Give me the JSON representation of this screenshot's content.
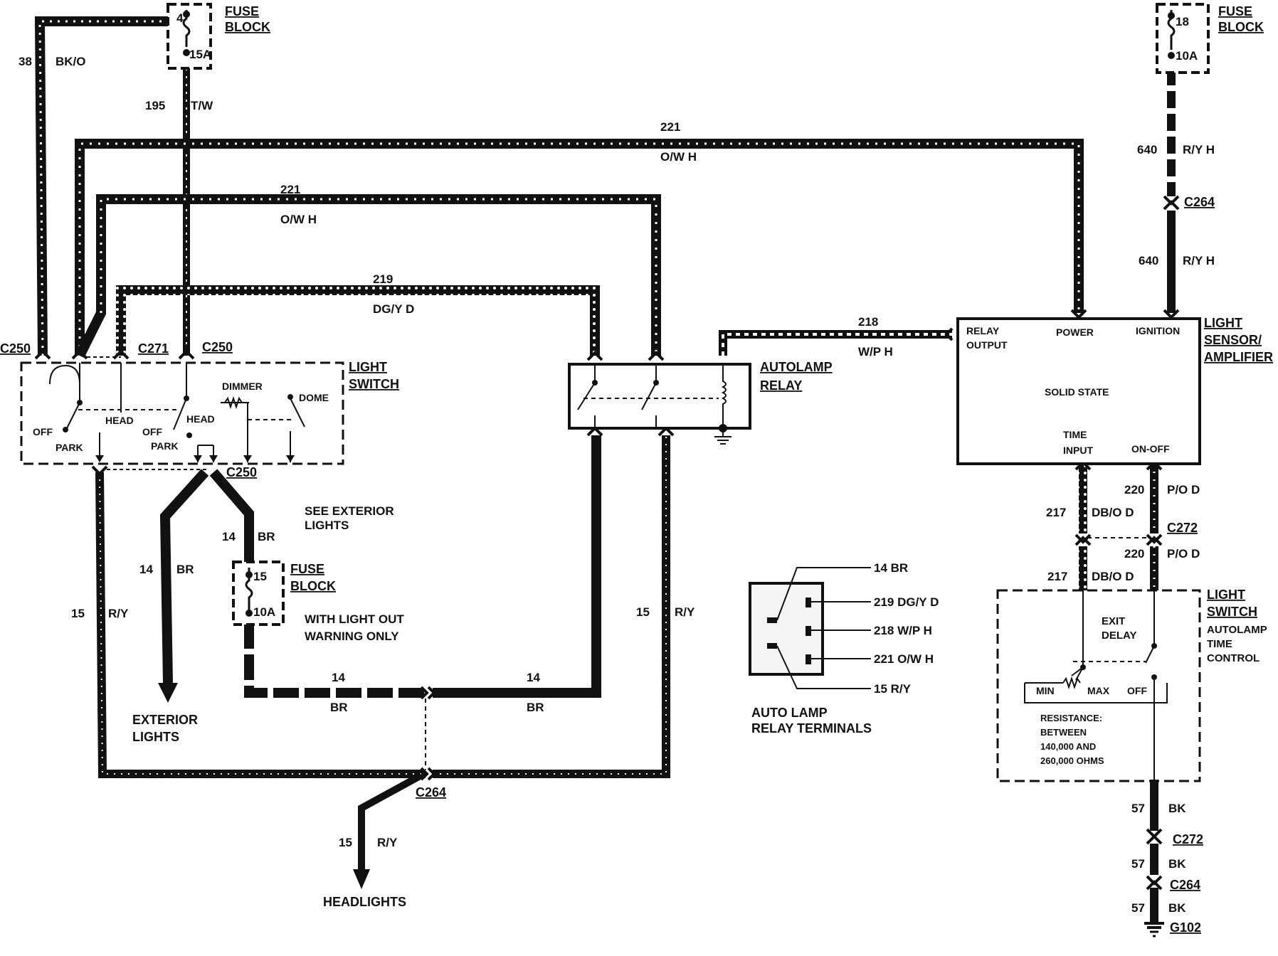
{
  "fuse_blocks": {
    "top_left": {
      "fuse": "4",
      "amps": "15A",
      "label1": "FUSE",
      "label2": "BLOCK"
    },
    "top_right": {
      "fuse": "18",
      "amps": "10A",
      "label1": "FUSE",
      "label2": "BLOCK"
    },
    "mid": {
      "fuse": "15",
      "amps": "10A",
      "label1": "FUSE",
      "label2": "BLOCK"
    }
  },
  "wires": {
    "w38": "38",
    "w38c": "BK/O",
    "w195": "195",
    "w195c": "T/W",
    "w221a": "221",
    "w221ac": "O/W H",
    "w221b": "221",
    "w221bc": "O/W H",
    "w219": "219",
    "w219c": "DG/Y D",
    "w218": "218",
    "w218c": "W/P H",
    "w640a": "640",
    "w640ac": "R/Y H",
    "w640b": "640",
    "w640bc": "R/Y H",
    "w14a": "14",
    "w14ac": "BR",
    "w14b": "14",
    "w14bc": "BR",
    "w14c": "14",
    "w14cc": "BR",
    "w14d": "14",
    "w14dc": "BR",
    "w15a": "15",
    "w15ac": "R/Y",
    "w15b": "15",
    "w15bc": "R/Y",
    "w15c": "15",
    "w15cc": "R/Y",
    "w217a": "217",
    "w217ac": "DB/O D",
    "w217b": "217",
    "w217bc": "DB/O D",
    "w220a": "220",
    "w220ac": "P/O D",
    "w220b": "220",
    "w220bc": "P/O D",
    "w57a": "57",
    "w57ac": "BK",
    "w57b": "57",
    "w57bc": "BK",
    "w57c": "57",
    "w57cc": "BK"
  },
  "connectors": {
    "c250a": "C250",
    "c271": "C271",
    "c250b": "C250",
    "c250c": "C250",
    "c264a": "C264",
    "c264b": "C264",
    "c264c": "C264",
    "c272a": "C272",
    "c272b": "C272",
    "g102": "G102"
  },
  "light_switch": {
    "title1": "LIGHT",
    "title2": "SWITCH",
    "dimmer": "DIMMER",
    "dome": "DOME",
    "off1": "OFF",
    "head1": "HEAD",
    "park1": "PARK",
    "off2": "OFF",
    "head2": "HEAD",
    "park2": "PARK"
  },
  "autolamp_relay": {
    "title1": "AUTOLAMP",
    "title2": "RELAY"
  },
  "light_sensor": {
    "title1": "LIGHT",
    "title2": "SENSOR/",
    "title3": "AMPLIFIER",
    "relay1": "RELAY",
    "relay2": "OUTPUT",
    "power": "POWER",
    "ignition": "IGNITION",
    "solid": "SOLID STATE",
    "time1": "TIME",
    "time2": "INPUT",
    "onoff": "ON-OFF"
  },
  "time_control": {
    "title1": "LIGHT",
    "title2": "SWITCH",
    "sub1": "AUTOLAMP",
    "sub2": "TIME",
    "sub3": "CONTROL",
    "exit1": "EXIT",
    "exit2": "DELAY",
    "min": "MIN",
    "max": "MAX",
    "off": "OFF",
    "res1": "RESISTANCE:",
    "res2": "BETWEEN",
    "res3": "140,000 AND",
    "res4": "260,000 OHMS"
  },
  "notes": {
    "see1": "SEE EXTERIOR",
    "see2": "LIGHTS",
    "warn1": "WITH LIGHT OUT",
    "warn2": "WARNING ONLY",
    "ext1": "EXTERIOR",
    "ext2": "LIGHTS",
    "headlights": "HEADLIGHTS"
  },
  "terminals": {
    "t1": "14 BR",
    "t2": "219 DG/Y D",
    "t3": "218 W/P H",
    "t4": "221 O/W H",
    "t5": "15 R/Y",
    "cap1": "AUTO LAMP",
    "cap2": "RELAY TERMINALS"
  }
}
